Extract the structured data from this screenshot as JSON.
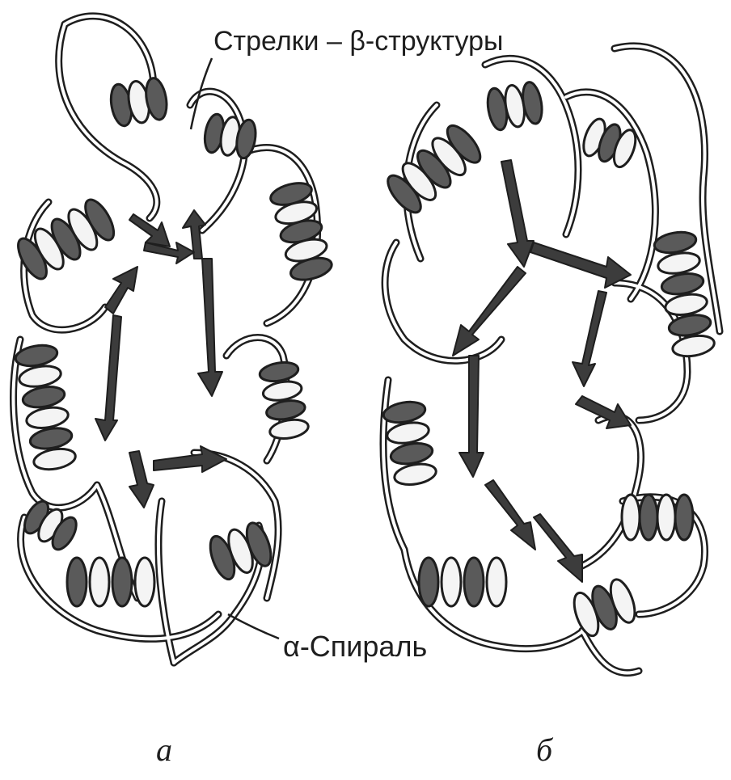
{
  "labels": {
    "beta_strands": "Стрелки – β-структуры",
    "alpha_helix": "α-Спираль"
  },
  "captions": {
    "left": "а",
    "right": "б"
  },
  "colors": {
    "ink": "#1e1e1e",
    "helix_face": "#f4f4f4",
    "helix_back": "#5a5a5a",
    "strand_fill": "#3c3c3c",
    "background": "#ffffff"
  }
}
